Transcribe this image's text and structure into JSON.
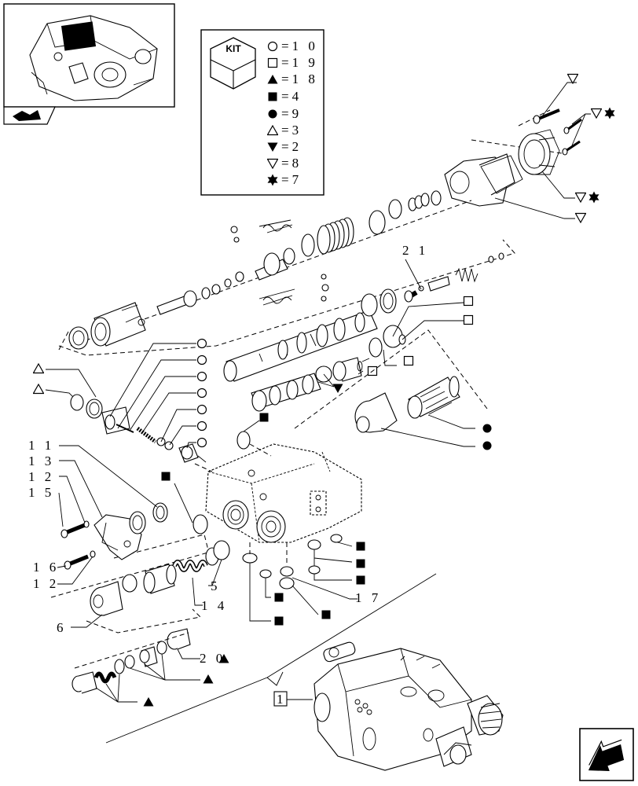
{
  "kit": {
    "title": "KIT",
    "legend": [
      {
        "symbol": "circle-open",
        "text": "=1 0"
      },
      {
        "symbol": "square-open",
        "text": "=1 9"
      },
      {
        "symbol": "triangle-filled",
        "text": "=1 8"
      },
      {
        "symbol": "square-filled",
        "text": "=4"
      },
      {
        "symbol": "circle-filled",
        "text": "=9"
      },
      {
        "symbol": "triangle-open",
        "text": "=3"
      },
      {
        "symbol": "triangle-down-filled",
        "text": "=2"
      },
      {
        "symbol": "triangle-down-open",
        "text": "=8"
      },
      {
        "symbol": "star-filled",
        "text": "=7"
      }
    ]
  },
  "callouts": {
    "n21": "2 1",
    "n11": "1 1",
    "n13": "1 3",
    "n12a": "1 2",
    "n15": "1 5",
    "n16": "1 6",
    "n12b": "1 2",
    "n5": "5",
    "n14": "1 4",
    "n17": "1 7",
    "n6": "6",
    "n20": "2 0",
    "n1": "1"
  },
  "icons": {
    "thumbnail": "valve-assembly-thumbnail",
    "nav_prev": "folder-arrow-icon",
    "nav_next": "next-page-arrow-icon"
  }
}
